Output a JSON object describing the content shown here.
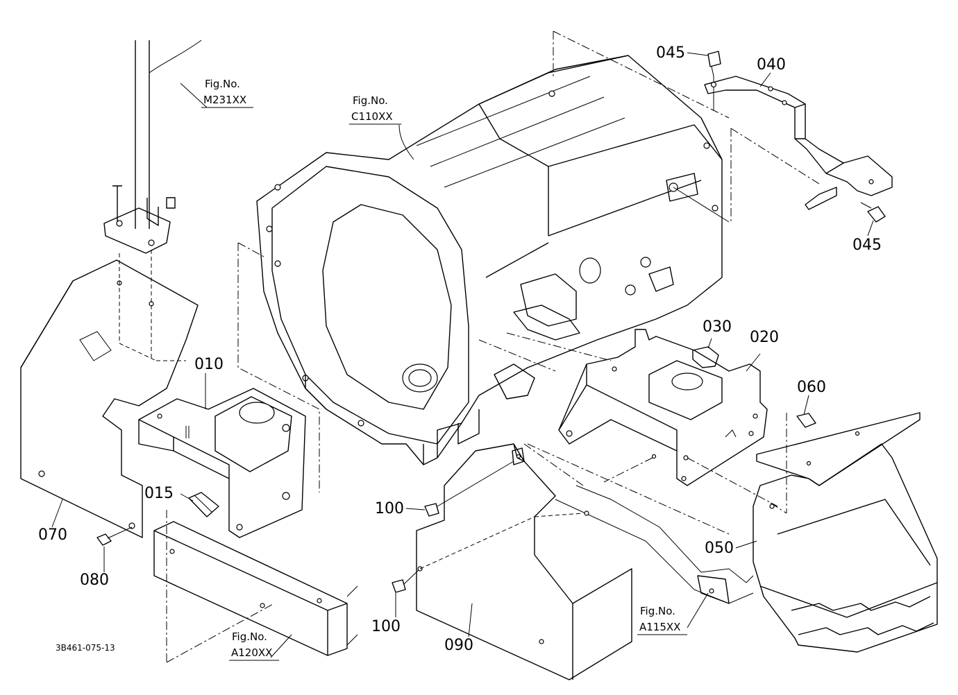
{
  "callouts": {
    "p010": "010",
    "p015": "015",
    "p020": "020",
    "p030": "030",
    "p040": "040",
    "p045_top": "045",
    "p045_bottom": "045",
    "p050": "050",
    "p060": "060",
    "p070": "070",
    "p080": "080",
    "p090": "090",
    "p100_upper": "100",
    "p100_lower": "100"
  },
  "figure_refs": {
    "m231": {
      "caption": "Fig.No.",
      "code": "M231XX"
    },
    "c110": {
      "caption": "Fig.No.",
      "code": "C110XX"
    },
    "a120": {
      "caption": "Fig.No.",
      "code": "A120XX"
    },
    "a115": {
      "caption": "Fig.No.",
      "code": "A115XX"
    }
  },
  "drawing_code": "3B461-075-13"
}
